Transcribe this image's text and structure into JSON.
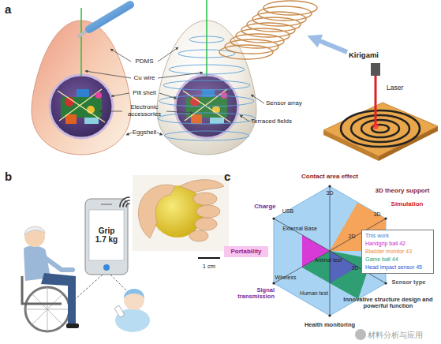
{
  "diagram": {
    "nodes": [
      {
        "text": [
          "Grip",
          "1.7 kg"
        ]
      },
      {
        "text": [
          "Portability"
        ]
      }
    ],
    "labels": [
      "a",
      "PDMS",
      "Cu wire",
      "Pill shell",
      "Electronic accessories",
      "Eggshell",
      "Sensor array",
      "Terraced fields",
      "Kirigami",
      "Laser",
      "b",
      "1 cm",
      "c",
      "Contact area effect",
      "3D",
      "3D theory support",
      "Simulation",
      "3D",
      "2D",
      "3D",
      "Sensor type",
      "Innovative structure design and powerful function",
      "Health monitoring",
      "Human test",
      "Animal test",
      "Signal transmission",
      "Wireless",
      "External Base",
      "USB",
      "Charge",
      "材料分析与应用"
    ],
    "legend": [
      {
        "text": "This work",
        "color": "#3a7fd5"
      },
      {
        "text": "Handgrip ball 42",
        "color": "#d020d0"
      },
      {
        "text": "Bladder monitor 43",
        "color": "#f08a30"
      },
      {
        "text": "Game ball 44",
        "color": "#2aa070"
      },
      {
        "text": "Head impact sensor 45",
        "color": "#3050d0"
      }
    ]
  }
}
